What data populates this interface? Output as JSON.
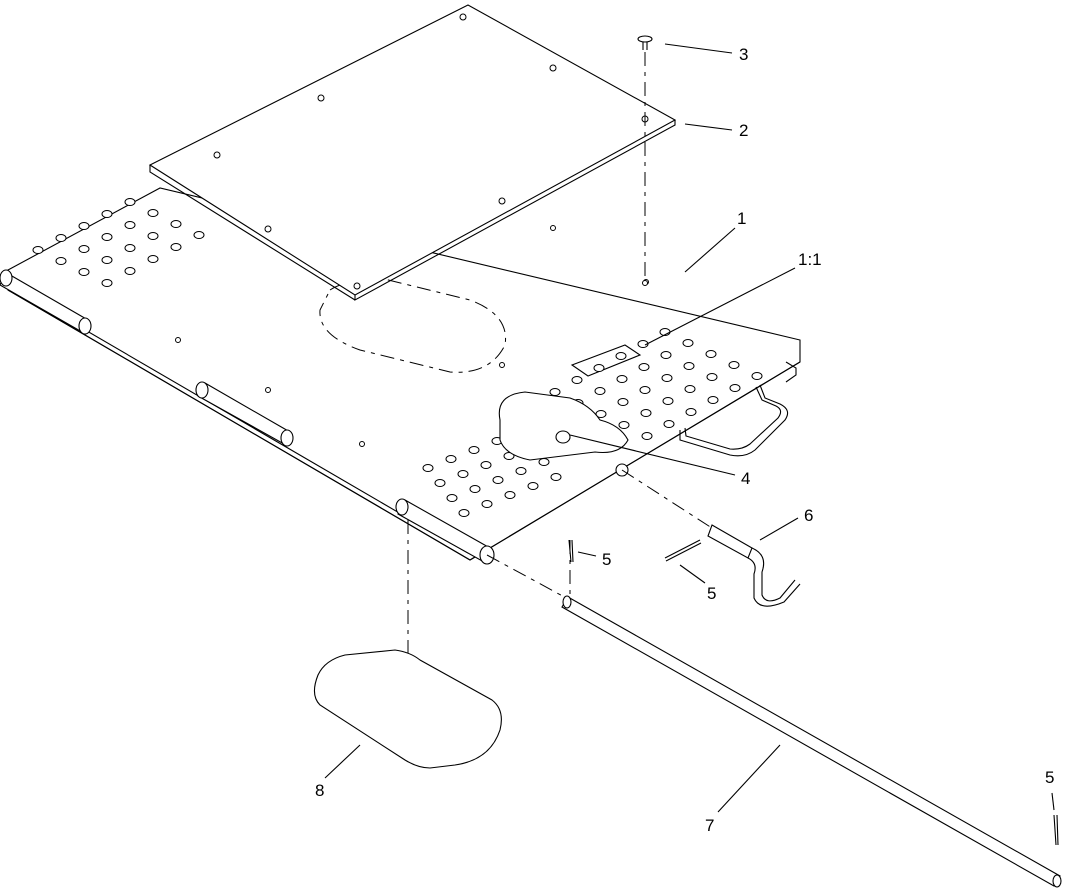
{
  "diagram": {
    "callouts": [
      {
        "id": "c3",
        "text": "3"
      },
      {
        "id": "c2",
        "text": "2"
      },
      {
        "id": "c1",
        "text": "1"
      },
      {
        "id": "c11",
        "text": "1:1"
      },
      {
        "id": "c4",
        "text": "4"
      },
      {
        "id": "c6",
        "text": "6"
      },
      {
        "id": "c5a",
        "text": "5"
      },
      {
        "id": "c5b",
        "text": "5"
      },
      {
        "id": "c5c",
        "text": "5"
      },
      {
        "id": "c7",
        "text": "7"
      },
      {
        "id": "c8",
        "text": "8"
      }
    ]
  }
}
